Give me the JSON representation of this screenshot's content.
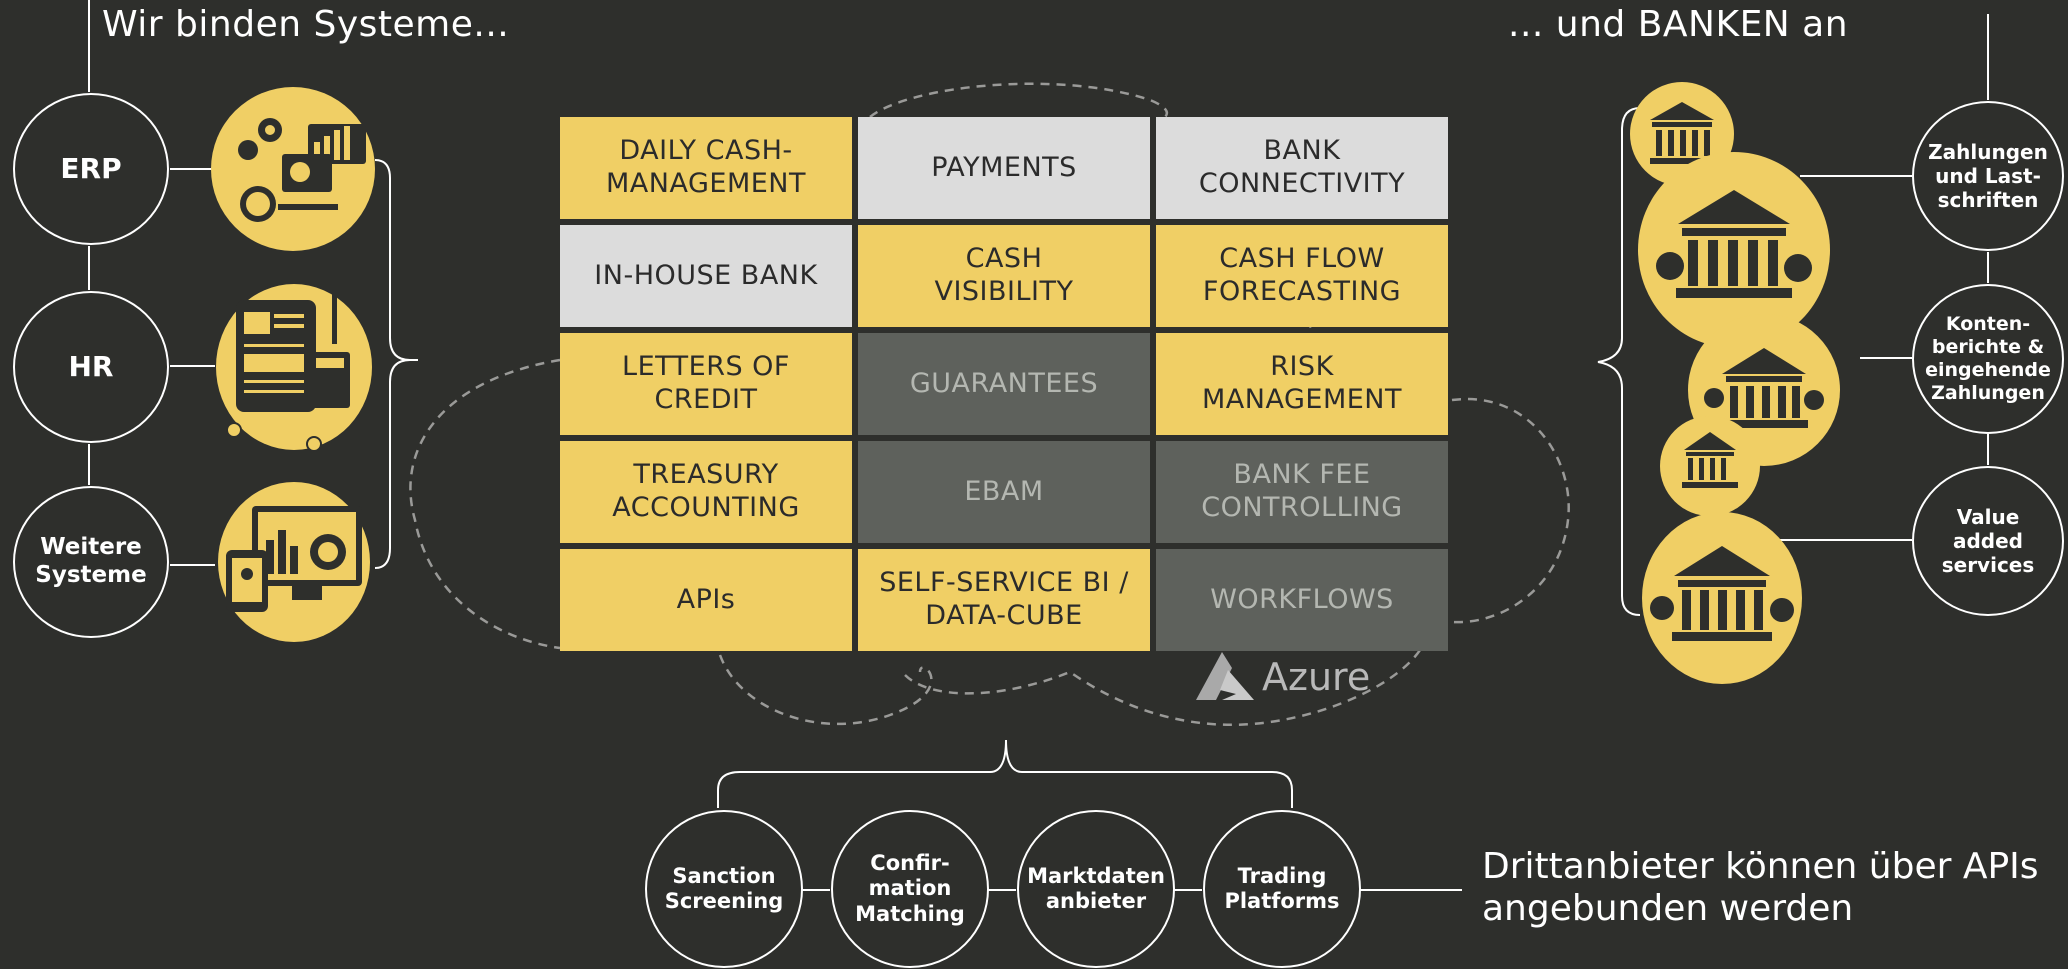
{
  "titles": {
    "left": "Wir binden Systeme...",
    "right": "... und BANKEN an",
    "bottom": "Drittanbieter können über APIs\nangebunden werden"
  },
  "left_systems": [
    {
      "label": "ERP",
      "icon": "erp-gears-chart-icon"
    },
    {
      "label": "HR",
      "icon": "hr-documents-calculator-icon"
    },
    {
      "label": "Weitere\nSysteme",
      "icon": "devices-dashboard-icon"
    }
  ],
  "modules": [
    {
      "label": "DAILY CASH-\nMANAGEMENT",
      "style": "yellow"
    },
    {
      "label": "PAYMENTS",
      "style": "light"
    },
    {
      "label": "BANK\nCONNECTIVITY",
      "style": "light"
    },
    {
      "label": "IN-HOUSE BANK",
      "style": "light"
    },
    {
      "label": "CASH\nVISIBILITY",
      "style": "yellow"
    },
    {
      "label": "CASH FLOW\nFORECASTING",
      "style": "yellow"
    },
    {
      "label": "LETTERS OF\nCREDIT",
      "style": "yellow"
    },
    {
      "label": "GUARANTEES",
      "style": "dark"
    },
    {
      "label": "RISK\nMANAGEMENT",
      "style": "yellow"
    },
    {
      "label": "TREASURY\nACCOUNTING",
      "style": "yellow"
    },
    {
      "label": "EBAM",
      "style": "dark"
    },
    {
      "label": "BANK FEE\nCONTROLLING",
      "style": "dark"
    },
    {
      "label": "APIs",
      "style": "yellow"
    },
    {
      "label": "SELF-SERVICE BI /\nDATA-CUBE",
      "style": "yellow"
    },
    {
      "label": "WORKFLOWS",
      "style": "dark"
    }
  ],
  "cloud": {
    "label": "Azure",
    "icon": "azure-logo-icon"
  },
  "bank_services": [
    {
      "label": "Zahlungen\nund Last-\nschriften"
    },
    {
      "label": "Konten-\nberichte &\neingehende\nZahlungen"
    },
    {
      "label": "Value\nadded\nservices"
    }
  ],
  "bank_icon": "bank-building-icon",
  "third_party": [
    {
      "label": "Sanction\nScreening"
    },
    {
      "label": "Confir-\nmation\nMatching"
    },
    {
      "label": "Marktdaten\nanbieter"
    },
    {
      "label": "Trading\nPlatforms"
    }
  ],
  "colors": {
    "background": "#2e2f2c",
    "accent_yellow": "#f0cf65",
    "light_cell": "#dcdcdc",
    "dark_cell": "#5e615c",
    "line": "#ffffff",
    "cloud_dash": "#9a9a98"
  }
}
